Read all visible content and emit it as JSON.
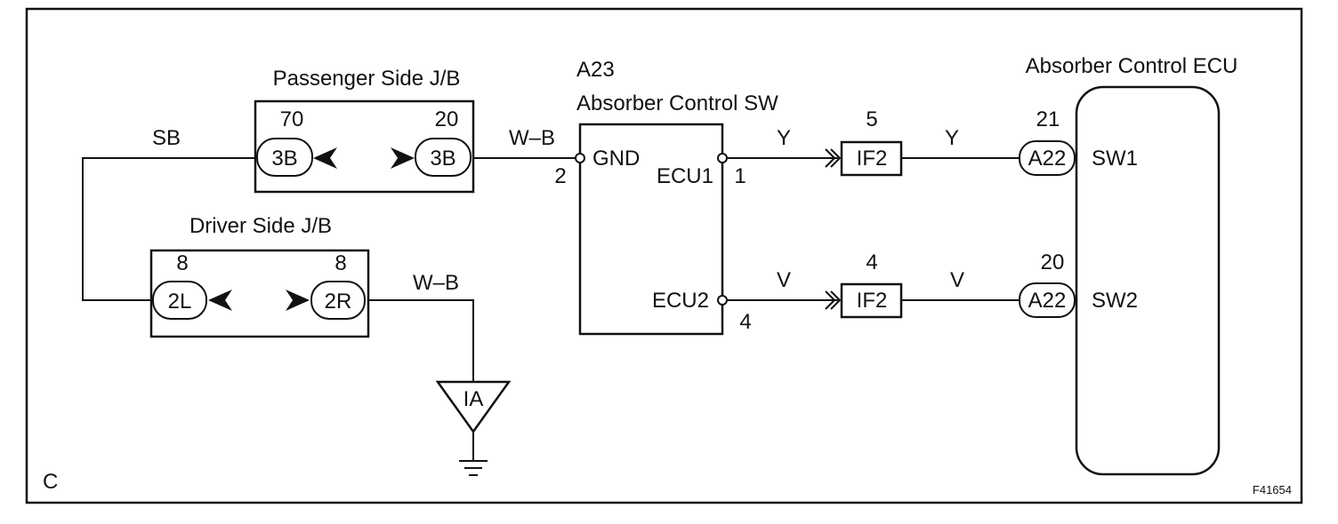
{
  "diagram": {
    "corner_label": "C",
    "figure_id": "F41654",
    "passenger_jb": {
      "title": "Passenger Side J/B",
      "left_pin": "70",
      "right_pin": "20",
      "left_connector": "3B",
      "right_connector": "3B"
    },
    "driver_jb": {
      "title": "Driver Side J/B",
      "left_pin": "8",
      "right_pin": "8",
      "left_connector": "2L",
      "right_connector": "2R"
    },
    "switch": {
      "code": "A23",
      "title": "Absorber Control SW",
      "gnd_label": "GND",
      "ecu1_label": "ECU1",
      "ecu2_label": "ECU2",
      "gnd_pin": "2",
      "ecu1_pin": "1",
      "ecu2_pin": "4"
    },
    "ground": {
      "label": "IA"
    },
    "ecu": {
      "title": "Absorber Control ECU",
      "sw1_label": "SW1",
      "sw2_label": "SW2",
      "sw1_pin": "21",
      "sw2_pin": "20",
      "sw1_connector": "A22",
      "sw2_connector": "A22"
    },
    "connectors": {
      "if_top": {
        "pin": "5",
        "label": "IF2"
      },
      "if_bottom": {
        "pin": "4",
        "label": "IF2"
      }
    },
    "wires": {
      "sb": "SB",
      "wb_top": "W–B",
      "wb_driver": "W–B",
      "y_left": "Y",
      "y_right": "Y",
      "v_left": "V",
      "v_right": "V"
    }
  }
}
